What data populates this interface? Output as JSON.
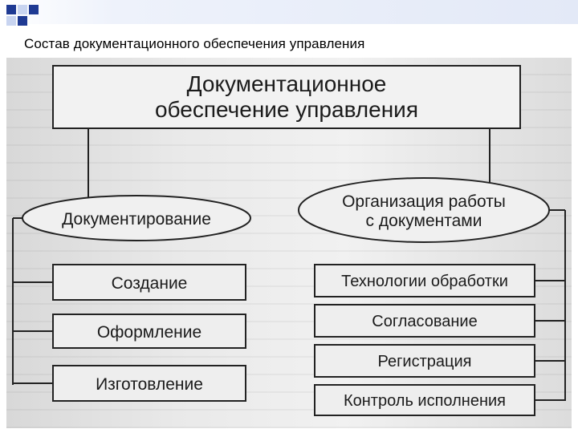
{
  "slide": {
    "title": "Состав документационного обеспечения управления"
  },
  "diagram": {
    "root": {
      "line1": "Документационное",
      "line2": "обеспечение управления"
    },
    "left_branch": {
      "label": "Документирование",
      "items": [
        "Создание",
        "Оформление",
        "Изготовление"
      ]
    },
    "right_branch": {
      "line1": "Организация работы",
      "line2": "с документами",
      "items": [
        "Технологии обработки",
        "Согласование",
        "Регистрация",
        "Контроль исполнения"
      ]
    }
  },
  "colors": {
    "accent_square": "#1f3a93",
    "light_square": "#c8d4f0",
    "topbar_light": "#e6ecf8"
  }
}
